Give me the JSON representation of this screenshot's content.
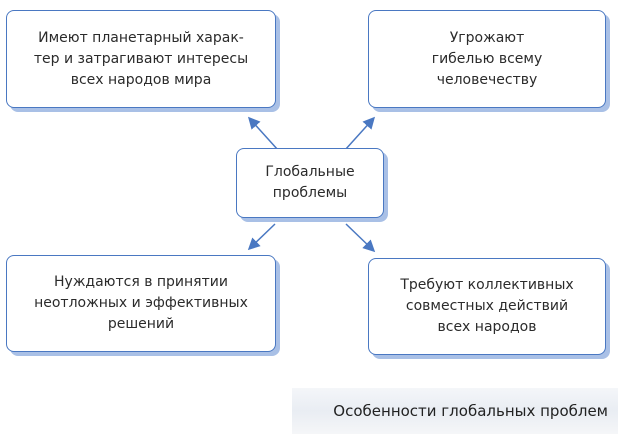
{
  "diagram": {
    "center": "Глобальные\nпроблемы",
    "top_left": "Имеют планетарный харак-\nтер и затрагивают интересы\nвсех народов мира",
    "top_right": "Угрожают\nгибелью всему\nчеловечеству",
    "bottom_left": "Нуждаются в принятии\nнеотложных и эффективных\nрешений",
    "bottom_right": "Требуют коллективных\nсовместных действий\nвсех народов",
    "caption": "Особенности глобальных проблем",
    "colors": {
      "border": "#4a78c2",
      "shadow": "#a9c0e6",
      "arrow": "#4a78c2"
    }
  }
}
